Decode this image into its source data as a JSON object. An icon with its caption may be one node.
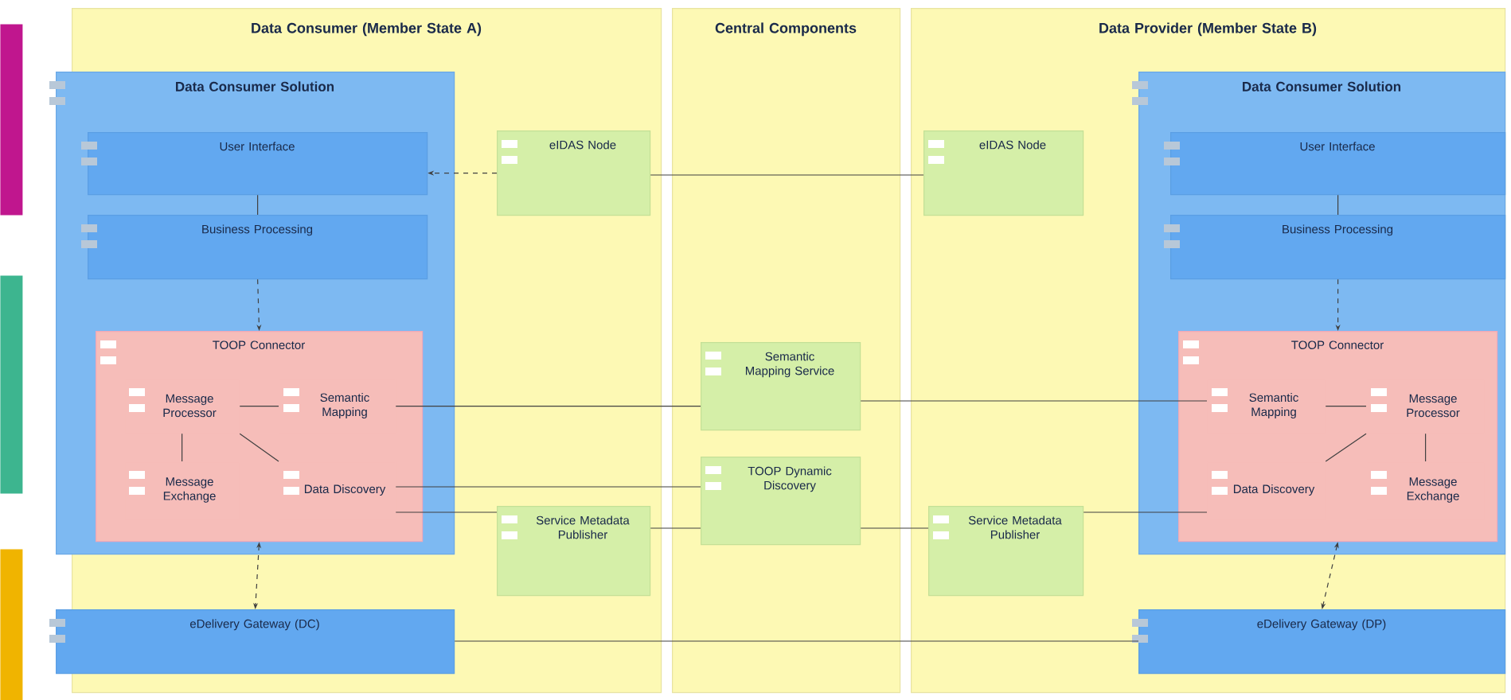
{
  "diagram": {
    "nodes": [
      {
        "text": [
          "Data Consumer (Member State A)"
        ]
      },
      {
        "text": [
          "Central Components"
        ]
      },
      {
        "text": [
          "Data Provider (Member State B)"
        ]
      },
      {
        "text": [
          "Data Consumer Solution"
        ],
        "in": 0
      },
      {
        "text": [
          "User Interface"
        ],
        "in": 3
      },
      {
        "text": [
          "Business Processing"
        ],
        "in": 3
      },
      {
        "text": [
          "TOOP Connector"
        ],
        "in": 3
      },
      {
        "text": [
          "Message Processor"
        ],
        "in": 6
      },
      {
        "text": [
          "Semantic Mapping"
        ],
        "in": 6
      },
      {
        "text": [
          "Message Exchange"
        ],
        "in": 6
      },
      {
        "text": [
          "Data Discovery"
        ],
        "in": 6
      },
      {
        "text": [
          "eDelivery Gateway (DC)"
        ],
        "in": 0
      },
      {
        "text": [
          "eIDAS Node"
        ],
        "in": 0
      },
      {
        "text": [
          "Service Metadata Publisher"
        ],
        "in": 0
      },
      {
        "text": [
          "Semantic Mapping Service"
        ],
        "in": 1
      },
      {
        "text": [
          "TOOP Dynamic Discovery"
        ],
        "in": 1
      },
      {
        "text": [
          "eIDAS Node"
        ],
        "in": 2
      },
      {
        "text": [
          "Service Metadata Publisher"
        ],
        "in": 2
      },
      {
        "text": [
          "Data Consumer Solution"
        ],
        "in": 2
      },
      {
        "text": [
          "User Interface"
        ],
        "in": 18
      },
      {
        "text": [
          "Business Processing"
        ],
        "in": 18
      },
      {
        "text": [
          "TOOP Connector"
        ],
        "in": 18
      },
      {
        "text": [
          "Semantic Mapping"
        ],
        "in": 21
      },
      {
        "text": [
          "Message Processor"
        ],
        "in": 21
      },
      {
        "text": [
          "Data Discovery"
        ],
        "in": 21
      },
      {
        "text": [
          "Message Exchange"
        ],
        "in": 21
      },
      {
        "text": [
          "eDelivery Gateway (DP)"
        ],
        "in": 2
      },
      {
        "text": [],
        "shape": "bar"
      },
      {
        "text": [],
        "shape": "bar"
      },
      {
        "text": [],
        "shape": "bar"
      }
    ],
    "edges": [
      {
        "from": 12,
        "to": 4,
        "arrow": "to",
        "style": "dashed"
      },
      {
        "from": 12,
        "to": 16,
        "arrow": "none"
      },
      {
        "from": 4,
        "to": 5,
        "arrow": "none"
      },
      {
        "from": 5,
        "to": 6,
        "arrow": "to",
        "style": "dashed"
      },
      {
        "from": 6,
        "to": 11,
        "arrow": "both",
        "style": "dashed"
      },
      {
        "from": 7,
        "to": 8,
        "arrow": "none"
      },
      {
        "from": 7,
        "to": 9,
        "arrow": "none"
      },
      {
        "from": 7,
        "to": 10,
        "arrow": "none"
      },
      {
        "from": 8,
        "to": 14,
        "arrow": "none"
      },
      {
        "from": 14,
        "to": 22,
        "arrow": "none"
      },
      {
        "from": 10,
        "to": 15,
        "arrow": "none"
      },
      {
        "from": 10,
        "to": 13,
        "arrow": "none"
      },
      {
        "from": 13,
        "to": 15,
        "arrow": "none"
      },
      {
        "from": 15,
        "to": 17,
        "arrow": "none"
      },
      {
        "from": 17,
        "to": 24,
        "arrow": "none"
      },
      {
        "from": 11,
        "to": 26,
        "arrow": "none"
      },
      {
        "from": 19,
        "to": 20,
        "arrow": "none"
      },
      {
        "from": 20,
        "to": 21,
        "arrow": "to",
        "style": "dashed"
      },
      {
        "from": 21,
        "to": 26,
        "arrow": "both",
        "style": "dashed"
      },
      {
        "from": 22,
        "to": 23,
        "arrow": "none"
      },
      {
        "from": 23,
        "to": 25,
        "arrow": "none"
      },
      {
        "from": 23,
        "to": 24,
        "arrow": "none"
      }
    ]
  }
}
